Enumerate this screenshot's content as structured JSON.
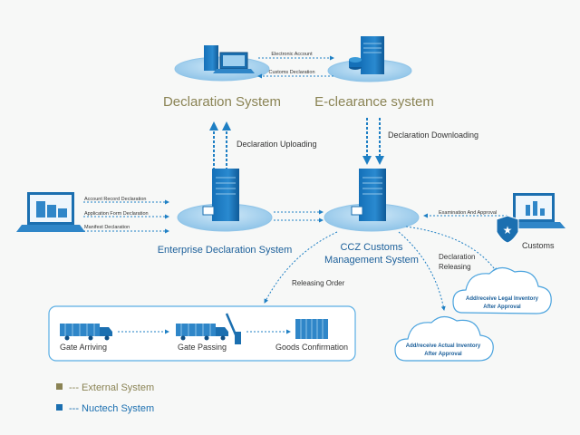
{
  "colors": {
    "external": "#8a8354",
    "nuctech": "#1b6fb0",
    "flow": "#1e7fc4",
    "text": "#333333"
  },
  "nodes": {
    "declaration_system": {
      "title": "Declaration System"
    },
    "eclearance_system": {
      "title": "E-clearance system"
    },
    "enterprise_declaration": {
      "title": "Enterprise Declaration System"
    },
    "ccz_customs": {
      "title_line1": "CCZ Customs",
      "title_line2": "Management System"
    },
    "customs": {
      "title": "Customs"
    },
    "legal_inventory": {
      "line1": "Add/receive Legal Inventory",
      "line2": "After Approval"
    },
    "actual_inventory": {
      "line1": "Add/receive Actual Inventory",
      "line2": "After Approval"
    }
  },
  "flows": {
    "electronic_account": "Electronic Account",
    "customs_declaration": "Customs Declaration",
    "declaration_uploading": "Declaration Uploading",
    "declaration_downloading": "Declaration Downloading",
    "account_record": "Account Record Declaration",
    "application_form": "Application Form Declaration",
    "manifest": "Manifest Declaration",
    "examination_approval": "Examination And Approval",
    "releasing_order": "Releasing Order",
    "declaration_releasing_line1": "Declaration",
    "declaration_releasing_line2": "Releasing"
  },
  "gate": {
    "gate_arriving": "Gate Arriving",
    "gate_passing": "Gate Passing",
    "goods_confirmation": "Goods Confirmation"
  },
  "legend": {
    "external": "--- External System",
    "nuctech": "--- Nuctech System"
  }
}
